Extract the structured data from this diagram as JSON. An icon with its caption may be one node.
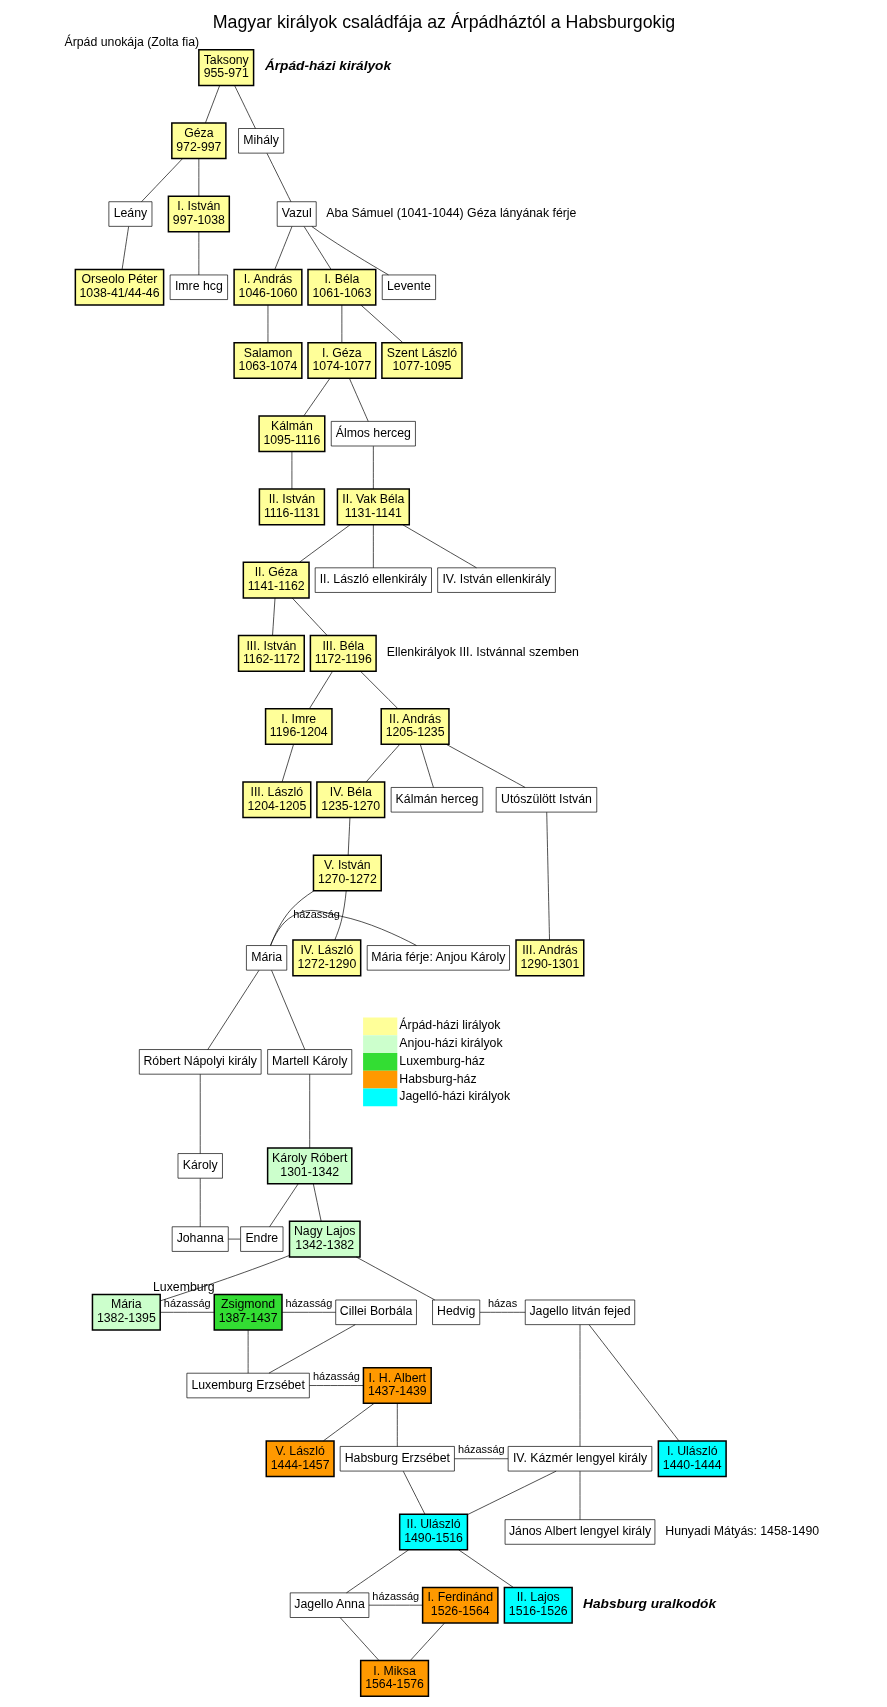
{
  "diagram": {
    "title": "Magyar királyok családfája az Árpádháztól a Habsburgokig",
    "nodes": [
      {
        "text": [
          "Taksony",
          "955-971"
        ],
        "beside": [
          "Árpád unokája (Zolta fia)"
        ]
      },
      {
        "text": [
          "Géza",
          "972-997"
        ]
      },
      {
        "text": [
          "Mihály"
        ]
      },
      {
        "text": [
          "Leány"
        ]
      },
      {
        "text": [
          "I. István",
          "997-1038"
        ]
      },
      {
        "text": [
          "Vazul"
        ]
      },
      {
        "text": [
          "Orseolo Péter",
          "1038-41/44-46"
        ]
      },
      {
        "text": [
          "Imre hcg"
        ]
      },
      {
        "text": [
          "I. András",
          "1046-1060"
        ]
      },
      {
        "text": [
          "I. Béla",
          "1061-1063"
        ]
      },
      {
        "text": [
          "Levente"
        ]
      },
      {
        "text": [
          "Salamon",
          "1063-1074"
        ]
      },
      {
        "text": [
          "I. Géza",
          "1074-1077"
        ]
      },
      {
        "text": [
          "Szent László",
          "1077-1095"
        ]
      },
      {
        "text": [
          "Kálmán",
          "1095-1116"
        ]
      },
      {
        "text": [
          "Álmos herceg"
        ]
      },
      {
        "text": [
          "II. István",
          "1116-1131"
        ]
      },
      {
        "text": [
          "II. Vak Béla",
          "1131-1141"
        ]
      },
      {
        "text": [
          "II. Géza",
          "1141-1162"
        ]
      },
      {
        "text": [
          "II. László ellenkirály"
        ]
      },
      {
        "text": [
          "IV. István ellenkirály"
        ]
      },
      {
        "text": [
          "III. István",
          "1162-1172"
        ]
      },
      {
        "text": [
          "III. Béla",
          "1172-1196"
        ]
      },
      {
        "text": [
          "I. Imre",
          "1196-1204"
        ]
      },
      {
        "text": [
          "II. András",
          "1205-1235"
        ]
      },
      {
        "text": [
          "III. László",
          "1204-1205"
        ]
      },
      {
        "text": [
          "IV. Béla",
          "1235-1270"
        ]
      },
      {
        "text": [
          "Kálmán herceg"
        ]
      },
      {
        "text": [
          "Utószülött István"
        ]
      },
      {
        "text": [
          "V. István",
          "1270-1272"
        ]
      },
      {
        "text": [
          "Mária férje: Anjou Károly"
        ]
      },
      {
        "text": [
          "Mária"
        ]
      },
      {
        "text": [
          "IV. László",
          "1272-1290"
        ]
      },
      {
        "text": [
          "III. András",
          "1290-1301"
        ]
      },
      {
        "text": [
          "Róbert Nápolyi király"
        ]
      },
      {
        "text": [
          "Martell Károly"
        ]
      },
      {
        "text": [
          "Károly"
        ]
      },
      {
        "text": [
          "Károly Róbert",
          "1301-1342"
        ]
      },
      {
        "text": [
          "Johanna"
        ]
      },
      {
        "text": [
          "Endre"
        ]
      },
      {
        "text": [
          "Nagy Lajos",
          "1342-1382"
        ]
      },
      {
        "text": [
          "Mária",
          "1382-1395"
        ]
      },
      {
        "text": [
          "Zsigmond",
          "1387-1437"
        ],
        "beside": [
          "Luxemburg"
        ]
      },
      {
        "text": [
          "Cillei Borbála"
        ]
      },
      {
        "text": [
          "Hedvig"
        ]
      },
      {
        "text": [
          "Jagello litván fejed"
        ]
      },
      {
        "text": [
          "Luxemburg Erzsébet"
        ]
      },
      {
        "text": [
          "I. H. Albert",
          "1437-1439"
        ]
      },
      {
        "text": [
          "V. László",
          "1444-1457"
        ]
      },
      {
        "text": [
          "Habsburg Erzsébet"
        ]
      },
      {
        "text": [
          "IV. Kázmér lengyel király"
        ]
      },
      {
        "text": [
          "I. Ulászló",
          "1440-1444"
        ]
      },
      {
        "text": [
          "II. Ulászló",
          "1490-1516"
        ]
      },
      {
        "text": [
          "János Albert lengyel király"
        ]
      },
      {
        "text": [
          "I. Ferdinánd",
          "1526-1564"
        ]
      },
      {
        "text": [
          "Jagello Anna"
        ]
      },
      {
        "text": [
          "II. Lajos",
          "1516-1526"
        ]
      },
      {
        "text": [
          "I. Miksa",
          "1564-1576"
        ]
      }
    ],
    "edges": [
      {
        "from": 0,
        "to": 1,
        "arrow": "none"
      },
      {
        "from": 0,
        "to": 2,
        "arrow": "none"
      },
      {
        "from": 1,
        "to": 3,
        "arrow": "none"
      },
      {
        "from": 1,
        "to": 4,
        "arrow": "none"
      },
      {
        "from": 2,
        "to": 5,
        "arrow": "none"
      },
      {
        "from": 3,
        "to": 6,
        "arrow": "none"
      },
      {
        "from": 4,
        "to": 7,
        "arrow": "none"
      },
      {
        "from": 5,
        "to": 8,
        "arrow": "none"
      },
      {
        "from": 5,
        "to": 9,
        "arrow": "none"
      },
      {
        "from": 5,
        "to": 10,
        "arrow": "none"
      },
      {
        "from": 8,
        "to": 11,
        "arrow": "none"
      },
      {
        "from": 9,
        "to": 12,
        "arrow": "none"
      },
      {
        "from": 9,
        "to": 13,
        "arrow": "none"
      },
      {
        "from": 12,
        "to": 14,
        "arrow": "none"
      },
      {
        "from": 12,
        "to": 15,
        "arrow": "none"
      },
      {
        "from": 14,
        "to": 16,
        "arrow": "none"
      },
      {
        "from": 15,
        "to": 17,
        "arrow": "none"
      },
      {
        "from": 17,
        "to": 18,
        "arrow": "none"
      },
      {
        "from": 17,
        "to": 19,
        "arrow": "none"
      },
      {
        "from": 17,
        "to": 20,
        "arrow": "none"
      },
      {
        "from": 18,
        "to": 21,
        "arrow": "none"
      },
      {
        "from": 18,
        "to": 22,
        "arrow": "none"
      },
      {
        "from": 22,
        "to": 23,
        "arrow": "none"
      },
      {
        "from": 22,
        "to": 24,
        "arrow": "none"
      },
      {
        "from": 23,
        "to": 25,
        "arrow": "none"
      },
      {
        "from": 24,
        "to": 26,
        "arrow": "none"
      },
      {
        "from": 24,
        "to": 27,
        "arrow": "none"
      },
      {
        "from": 24,
        "to": 28,
        "arrow": "none"
      },
      {
        "from": 26,
        "to": 29,
        "arrow": "none"
      },
      {
        "from": 28,
        "to": 33,
        "arrow": "none"
      },
      {
        "from": 29,
        "to": 31,
        "arrow": "none"
      },
      {
        "from": 29,
        "to": 32,
        "arrow": "none"
      },
      {
        "from": 30,
        "to": 31,
        "arrow": "none",
        "label": "házasság"
      },
      {
        "from": 31,
        "to": 34,
        "arrow": "none"
      },
      {
        "from": 31,
        "to": 35,
        "arrow": "none"
      },
      {
        "from": 34,
        "to": 36,
        "arrow": "none"
      },
      {
        "from": 35,
        "to": 37,
        "arrow": "none"
      },
      {
        "from": 36,
        "to": 38,
        "arrow": "none"
      },
      {
        "from": 37,
        "to": 39,
        "arrow": "none"
      },
      {
        "from": 37,
        "to": 40,
        "arrow": "none"
      },
      {
        "from": 38,
        "to": 39,
        "arrow": "none"
      },
      {
        "from": 40,
        "to": 41,
        "arrow": "none"
      },
      {
        "from": 40,
        "to": 44,
        "arrow": "none"
      },
      {
        "from": 41,
        "to": 42,
        "arrow": "none",
        "label": "házasság"
      },
      {
        "from": 42,
        "to": 43,
        "arrow": "none",
        "label": "házasság"
      },
      {
        "from": 44,
        "to": 45,
        "arrow": "none",
        "label": "házas"
      },
      {
        "from": 42,
        "to": 46,
        "arrow": "none"
      },
      {
        "from": 43,
        "to": 46,
        "arrow": "none"
      },
      {
        "from": 46,
        "to": 47,
        "arrow": "none",
        "label": "házasság"
      },
      {
        "from": 47,
        "to": 48,
        "arrow": "none"
      },
      {
        "from": 47,
        "to": 49,
        "arrow": "none"
      },
      {
        "from": 45,
        "to": 50,
        "arrow": "none"
      },
      {
        "from": 45,
        "to": 51,
        "arrow": "none"
      },
      {
        "from": 49,
        "to": 50,
        "arrow": "none",
        "label": "házasság"
      },
      {
        "from": 49,
        "to": 52,
        "arrow": "none"
      },
      {
        "from": 50,
        "to": 52,
        "arrow": "none"
      },
      {
        "from": 50,
        "to": 53,
        "arrow": "none"
      },
      {
        "from": 52,
        "to": 55,
        "arrow": "none"
      },
      {
        "from": 52,
        "to": 56,
        "arrow": "none"
      },
      {
        "from": 54,
        "to": 55,
        "arrow": "none",
        "label": "házasság"
      },
      {
        "from": 54,
        "to": 57,
        "arrow": "none"
      },
      {
        "from": 55,
        "to": 57,
        "arrow": "none"
      }
    ],
    "labels": [
      "Árpád-házi királyok",
      "Aba Sámuel (1041-1044) Géza lányának férje",
      "Ellenkirályok III. Istvánnal szemben",
      "Hunyadi Mátyás: 1458-1490",
      "Habsburg uralkodók"
    ],
    "legend": [
      {
        "text": "Árpád-házi lirályok",
        "color": "#ffff99"
      },
      {
        "text": "Anjou-házi királyok",
        "color": "#ccffcc"
      },
      {
        "text": "Luxemburg-ház",
        "color": "#33dd33"
      },
      {
        "text": "Habsburg-ház",
        "color": "#ff9900"
      },
      {
        "text": "Jagelló-házi királyok",
        "color": "#00ffff"
      }
    ]
  }
}
